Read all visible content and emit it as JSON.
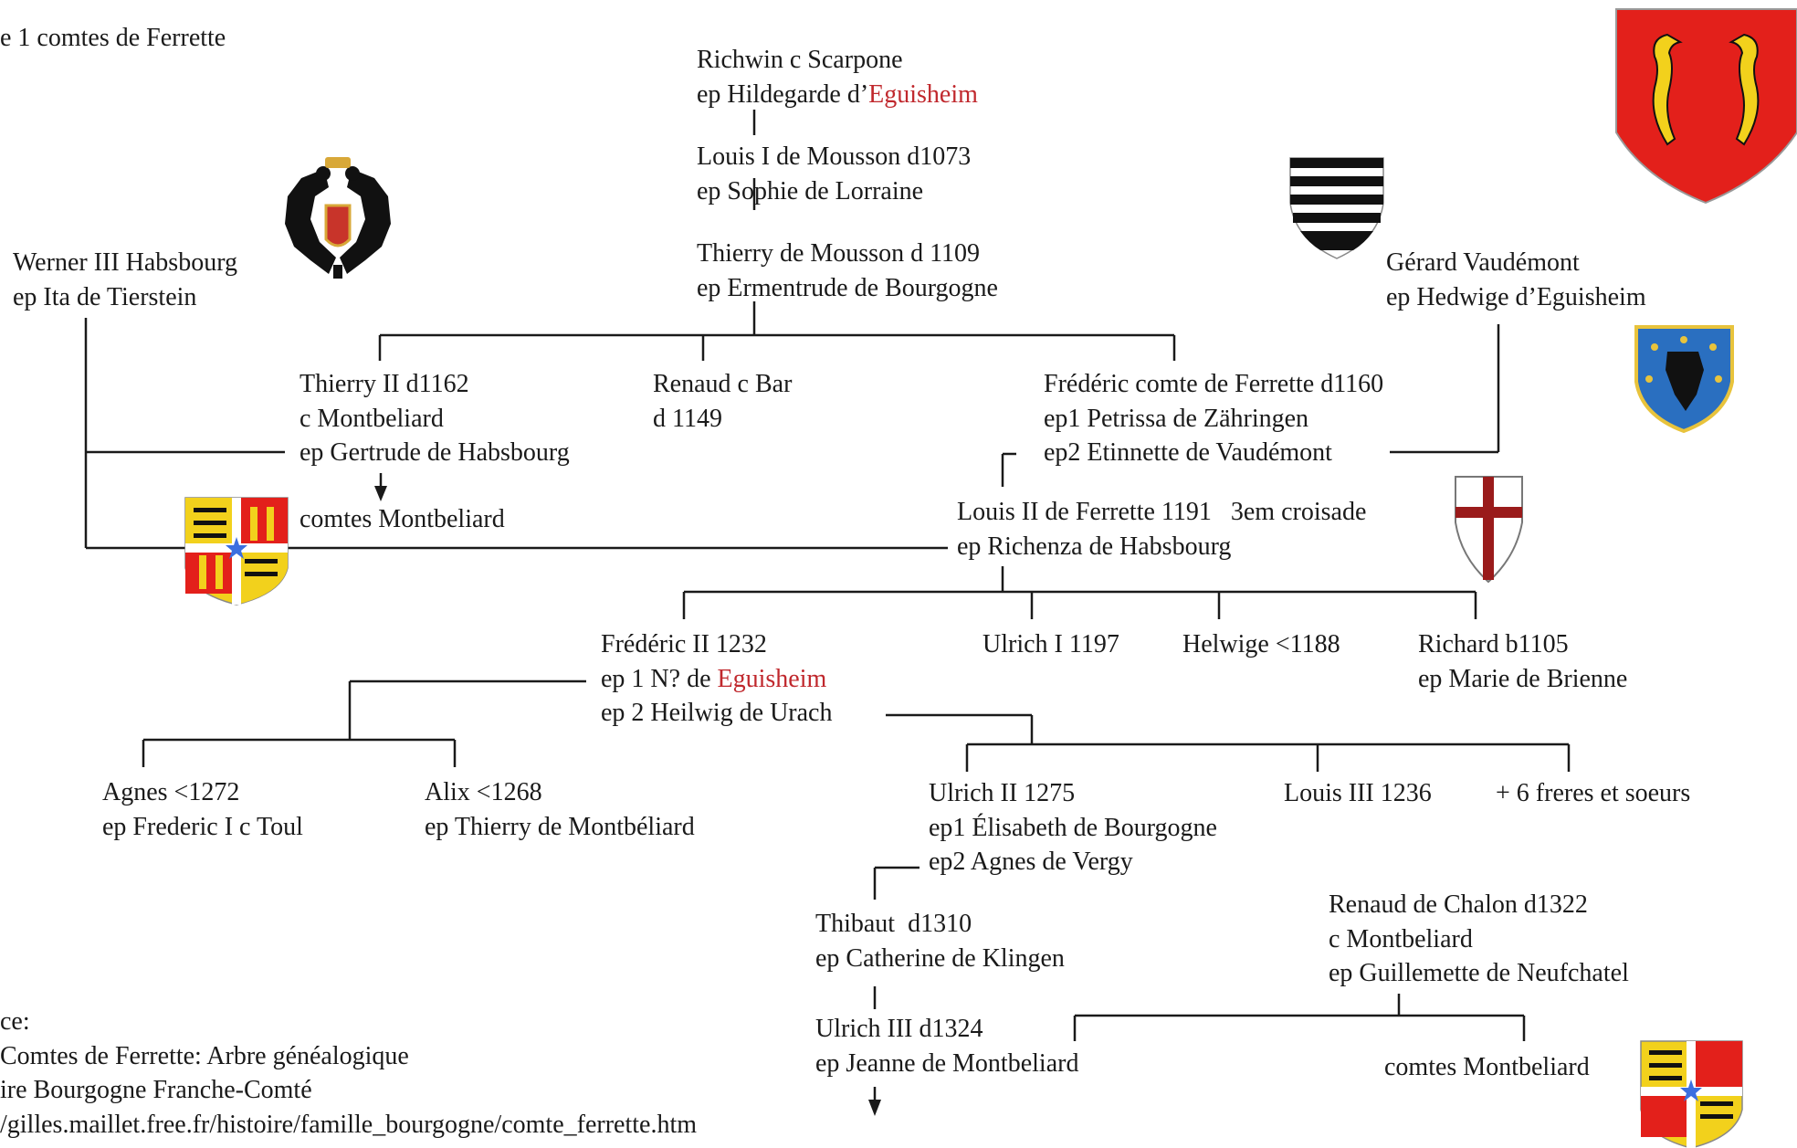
{
  "title": "e 1 comtes de Ferrette",
  "colors": {
    "text": "#1a1a1a",
    "highlight": "#c0282d",
    "lines": "#1a1a1a"
  },
  "people": {
    "richwin": {
      "line1": "Richwin c Scarpone",
      "line2a": "ep Hildegarde d’",
      "line2b": "Eguisheim"
    },
    "louis1": {
      "line1": "Louis I de Mousson d1073",
      "line2": "ep Sophie de Lorraine"
    },
    "thierry_mousson": {
      "line1": "Thierry de Mousson d 1109",
      "line2": "ep Ermentrude de Bourgogne"
    },
    "werner": {
      "line1": "Werner III Habsbourg",
      "line2": "ep Ita de Tierstein"
    },
    "gerard": {
      "line1": "Gérard Vaudémont",
      "line2": "ep Hedwige d’Eguisheim"
    },
    "thierry2": {
      "line1": "Thierry II d1162",
      "line2": "c Montbeliard",
      "line3": "ep Gertrude de Habsbourg"
    },
    "renaud_bar": {
      "line1": "Renaud c Bar",
      "line2": "d 1149"
    },
    "frederic": {
      "line1": "Frédéric comte de Ferrette d1160",
      "line2": "ep1 Petrissa de Zähringen",
      "line3": "ep2 Etinnette de Vaudémont"
    },
    "comtes_montbeliard_1": {
      "line1": "comtes Montbeliard"
    },
    "louis2": {
      "line1": "Louis II de Ferrette 1191   3em croisade",
      "line2": "ep Richenza de Habsbourg"
    },
    "frederic2": {
      "line1": "Frédéric II 1232",
      "line2a": "ep 1 N? de ",
      "line2b": "Eguisheim",
      "line3": "ep 2 Heilwig de Urach"
    },
    "ulrich1": {
      "line1": "Ulrich I 1197"
    },
    "helwige": {
      "line1": "Helwige <1188"
    },
    "richard": {
      "line1": "Richard b1105",
      "line2": "ep Marie de Brienne"
    },
    "agnes": {
      "line1": "Agnes <1272",
      "line2": "ep Frederic I c Toul"
    },
    "alix": {
      "line1": "Alix <1268",
      "line2": "ep Thierry de Montbéliard"
    },
    "ulrich2": {
      "line1": "Ulrich II 1275",
      "line2": "ep1 Élisabeth de Bourgogne",
      "line3": "ep2 Agnes de Vergy"
    },
    "louis3": {
      "line1": "Louis III 1236"
    },
    "siblings": {
      "line1": "+ 6 freres et soeurs"
    },
    "thibaut": {
      "line1": "Thibaut  d1310",
      "line2": "ep Catherine de Klingen"
    },
    "renaud_chalon": {
      "line1": "Renaud de Chalon d1322",
      "line2": "c Montbeliard",
      "line3": "ep Guillemette de Neufchatel"
    },
    "ulrich3": {
      "line1": "Ulrich III d1324",
      "line2": "ep Jeanne de Montbeliard"
    },
    "comtes_montbeliard_2": {
      "line1": "comtes Montbeliard"
    }
  },
  "source": {
    "line1": "ce:",
    "line2": "Comtes de Ferrette: Arbre généalogique",
    "line3": "ire Bourgogne Franche-Comté",
    "line4": "/gilles.maillet.free.fr/histoire/famille_bourgogne/comte_ferrette.htm"
  },
  "crests": [
    {
      "id": "habsbourg-eagle",
      "colors": [
        "#111111",
        "#c8342a",
        "#d8a838"
      ]
    },
    {
      "id": "striped-shield",
      "colors": [
        "#111111",
        "#ffffff"
      ]
    },
    {
      "id": "ferrette-shield",
      "colors": [
        "#e3201b",
        "#f2d11c"
      ]
    },
    {
      "id": "eagle-shield",
      "colors": [
        "#2a6fc0",
        "#e8c33c",
        "#111111"
      ]
    },
    {
      "id": "montbeliard-shield",
      "colors": [
        "#e3201b",
        "#f2d11c",
        "#3b6fe0"
      ]
    },
    {
      "id": "crusader-shield",
      "colors": [
        "#ffffff",
        "#9a1b1b"
      ]
    }
  ]
}
